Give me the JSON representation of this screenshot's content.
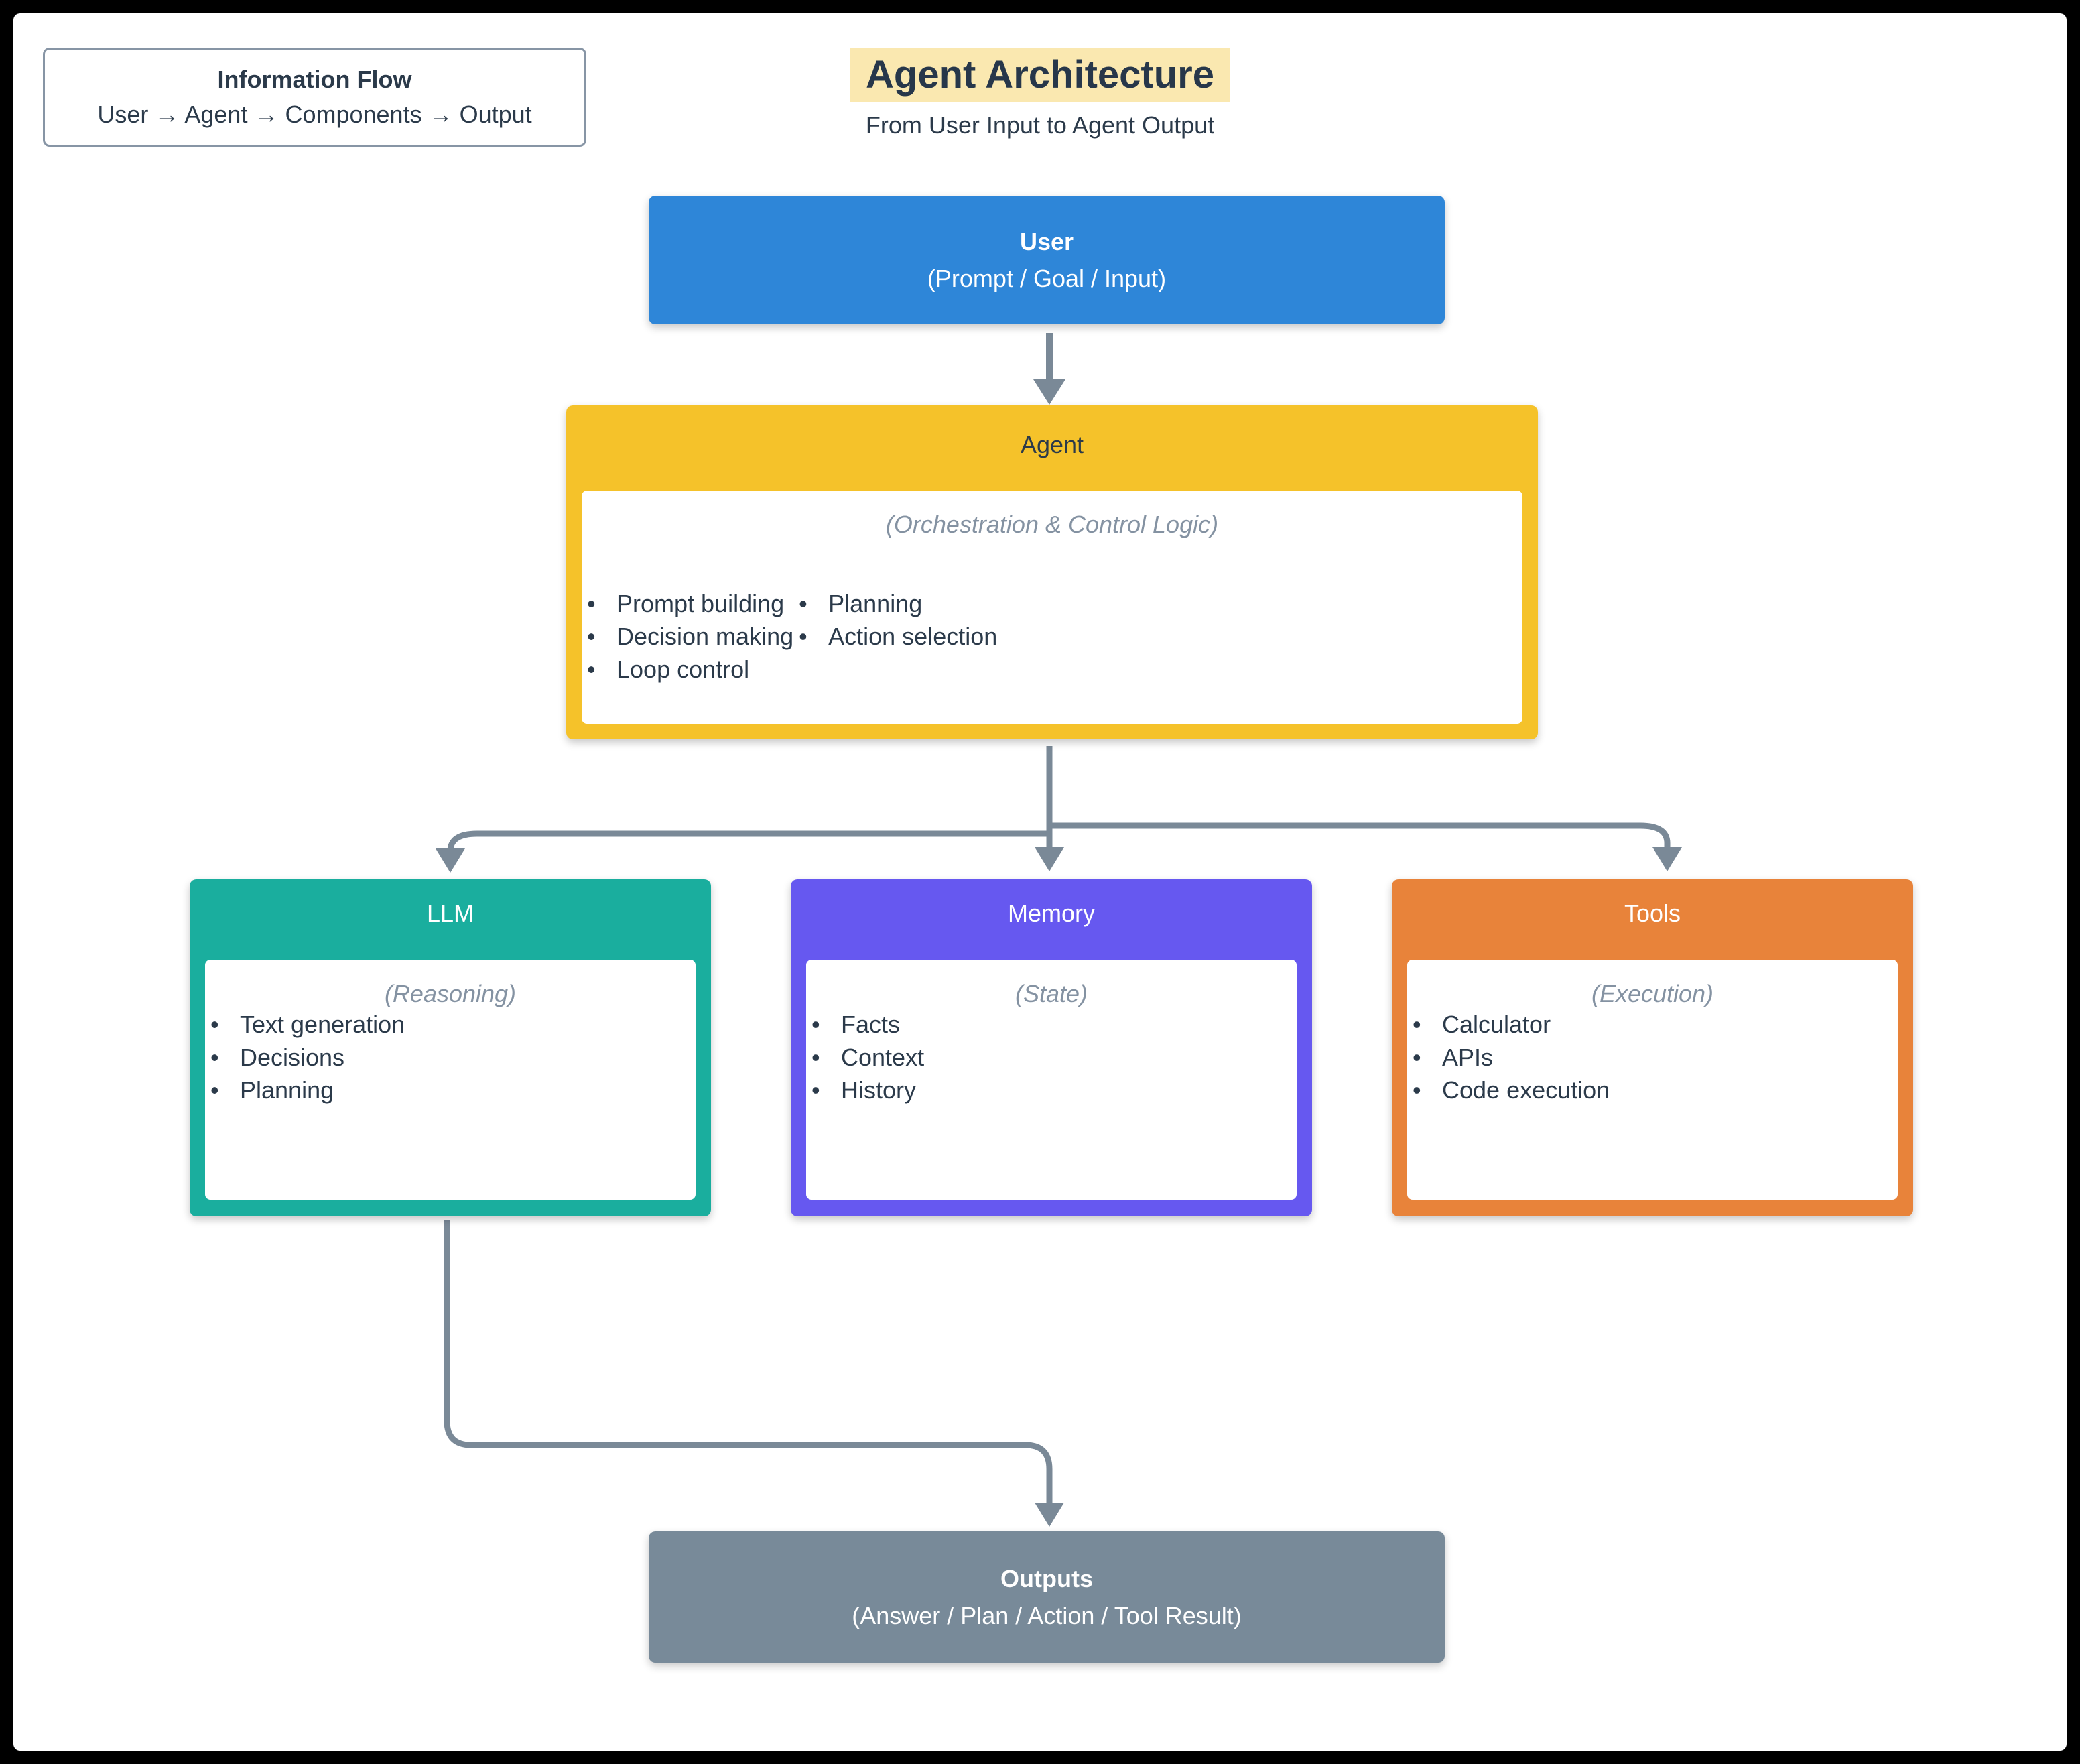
{
  "colors": {
    "page_border": "#000000",
    "canvas_bg": "#ffffff",
    "text_dark": "#2b3a4a",
    "text_muted": "#8492a2",
    "title_highlight": "#fae8b0",
    "arrow": "#7a8997",
    "legend_border": "#8795a5",
    "user": "#2e86d8",
    "agent": "#f5c22a",
    "llm": "#1aae9e",
    "memory": "#6658f0",
    "tools": "#e8833a",
    "outputs": "#788a99"
  },
  "legend": {
    "title": "Information Flow",
    "flow": "User → Agent → Components → Output"
  },
  "header": {
    "title": "Agent Architecture",
    "subtitle": "From User Input to Agent Output"
  },
  "nodes": {
    "user": {
      "title": "User",
      "subtitle": "(Prompt / Goal / Input)"
    },
    "agent": {
      "title": "Agent",
      "subtitle": "(Orchestration & Control Logic)",
      "bullets_left": [
        "Prompt building",
        "Decision making",
        "Loop control"
      ],
      "bullets_right": [
        "Planning",
        "Action selection"
      ]
    },
    "llm": {
      "title": "LLM",
      "subtitle": "(Reasoning)",
      "bullets": [
        "Text generation",
        "Decisions",
        "Planning"
      ]
    },
    "memory": {
      "title": "Memory",
      "subtitle": "(State)",
      "bullets": [
        "Facts",
        "Context",
        "History"
      ]
    },
    "tools": {
      "title": "Tools",
      "subtitle": "(Execution)",
      "bullets": [
        "Calculator",
        "APIs",
        "Code execution"
      ]
    },
    "outputs": {
      "title": "Outputs",
      "subtitle": "(Answer / Plan / Action / Tool Result)"
    }
  }
}
